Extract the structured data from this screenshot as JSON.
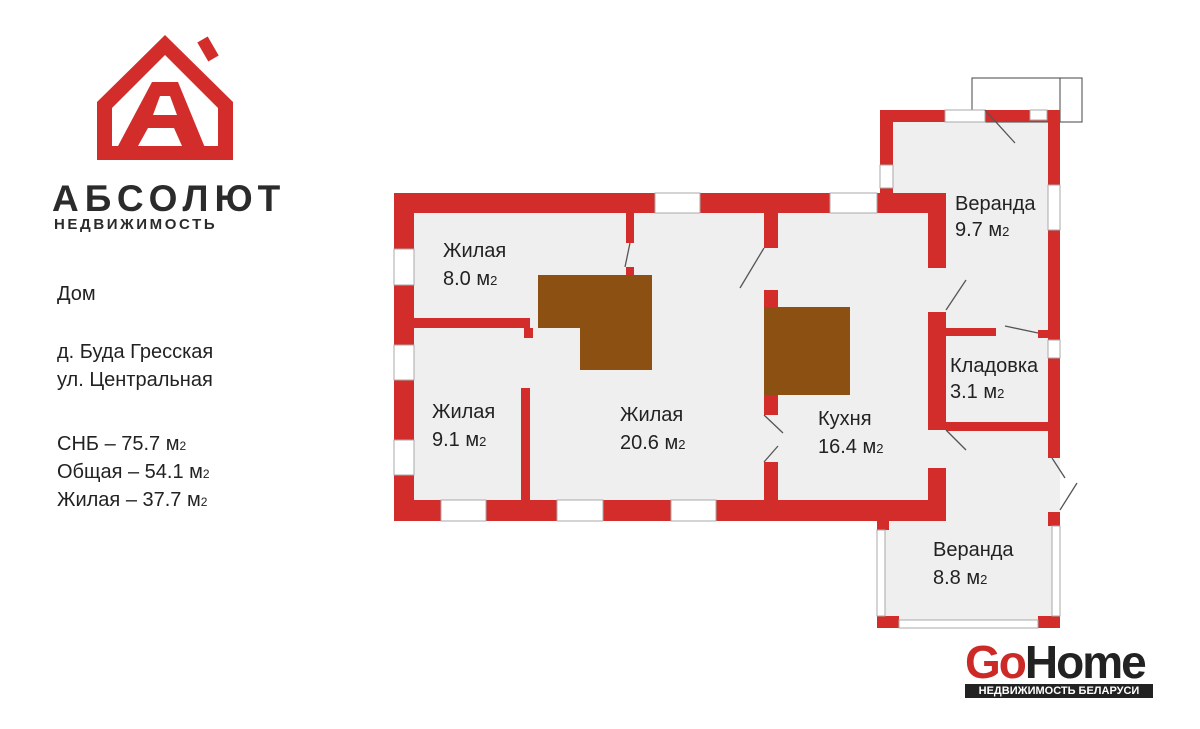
{
  "brand": {
    "name": "АБСОЛЮТ",
    "subtitle": "НЕДВИЖИМОСТЬ"
  },
  "listing": {
    "type": "Дом",
    "address_line1": "д. Буда Гресская",
    "address_line2": "ул. Центральная",
    "areas": [
      {
        "label": "СНБ – 75.7 м",
        "unit_sup": "2"
      },
      {
        "label": "Общая – 54.1 м",
        "unit_sup": "2"
      },
      {
        "label": "Жилая – 37.7 м",
        "unit_sup": "2"
      }
    ]
  },
  "rooms": [
    {
      "name": "Жилая",
      "area": "8.0 м",
      "sup": "2"
    },
    {
      "name": "Жилая",
      "area": "9.1 м",
      "sup": "2"
    },
    {
      "name": "Жилая",
      "area": "20.6 м",
      "sup": "2"
    },
    {
      "name": "Кухня",
      "area": "16.4 м",
      "sup": "2"
    },
    {
      "name": "Веранда",
      "area": "9.7 м",
      "sup": "2"
    },
    {
      "name": "Кладовка",
      "area": "3.1 м",
      "sup": "2"
    },
    {
      "name": "Веранда",
      "area": "8.8 м",
      "sup": "2"
    }
  ],
  "watermark": {
    "go": "Go",
    "home": "Home",
    "tagline": "НЕДВИЖИМОСТЬ БЕЛАРУСИ"
  },
  "colors": {
    "wall": "#d32d2b",
    "stove": "#8b5012",
    "floor": "#efefef"
  }
}
